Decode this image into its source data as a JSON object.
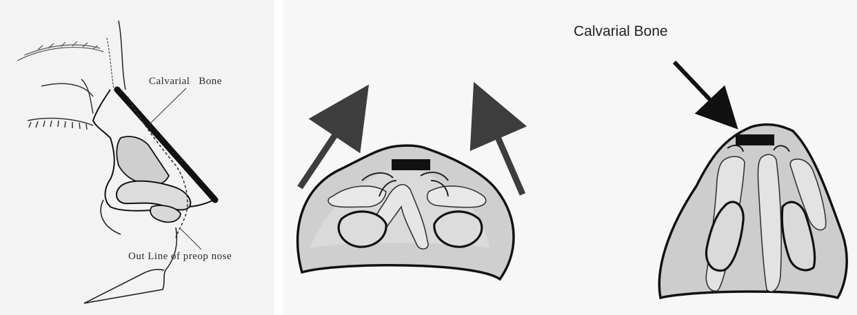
{
  "left_figure": {
    "label_bone": "Calvarial   Bone",
    "label_outline": "Out Line of preop nose"
  },
  "right_figure": {
    "label_bone": "Calvarial Bone"
  },
  "colors": {
    "skin_fill": "#c9c9c9",
    "cartilage_fill": "#dedede",
    "graft": "#111111",
    "arrow_gray": "#3d3d3d"
  }
}
